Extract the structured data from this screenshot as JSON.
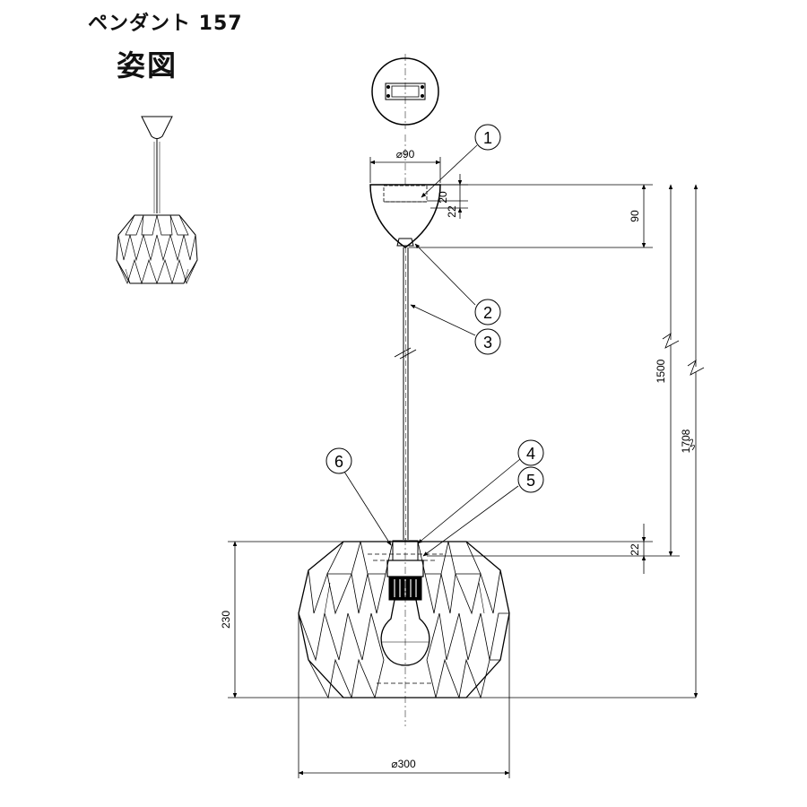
{
  "header": {
    "title": "ペンダント 157",
    "subtitle": "姿図"
  },
  "dimensions": {
    "canopy_diameter": "⌀90",
    "canopy_height": "90",
    "canopy_upper_a": "20",
    "canopy_upper_b": "22",
    "cord_length": "1500",
    "total_height": "1708",
    "shade_top_offset": "22",
    "shade_height": "230",
    "shade_diameter": "⌀300"
  },
  "callouts": [
    "1",
    "2",
    "3",
    "4",
    "5",
    "6"
  ],
  "colors": {
    "line": "#000000",
    "background": "#ffffff"
  }
}
